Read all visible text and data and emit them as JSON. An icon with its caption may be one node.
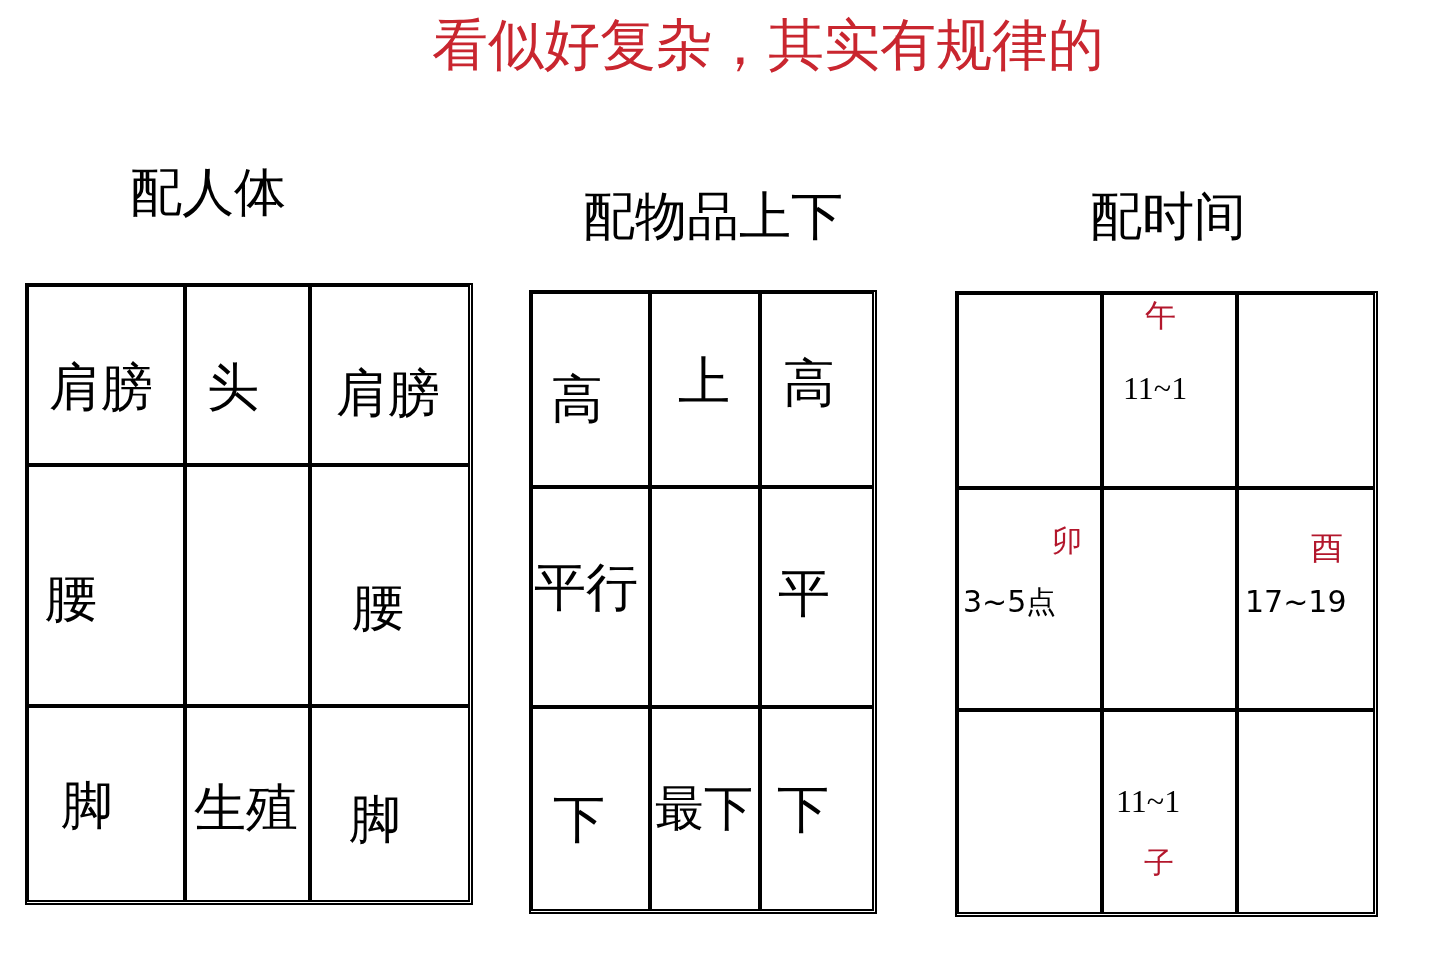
{
  "diagram": {
    "title": "看似好复杂，其实有规律的",
    "nodes": [
      {
        "text": [
          "配人体"
        ]
      },
      {
        "text": [
          "肩膀"
        ],
        "in": 0
      },
      {
        "text": [
          "头"
        ],
        "in": 0
      },
      {
        "text": [
          "肩膀"
        ],
        "in": 0
      },
      {
        "text": [
          "腰"
        ],
        "in": 0
      },
      {
        "text": [],
        "shape": "box",
        "in": 0
      },
      {
        "text": [
          "腰"
        ],
        "in": 0
      },
      {
        "text": [
          "脚"
        ],
        "in": 0
      },
      {
        "text": [
          "生殖"
        ],
        "in": 0
      },
      {
        "text": [
          "脚"
        ],
        "in": 0
      },
      {
        "text": [
          "配物品上下"
        ]
      },
      {
        "text": [
          "高"
        ],
        "in": 10
      },
      {
        "text": [
          "上"
        ],
        "in": 10
      },
      {
        "text": [
          "高"
        ],
        "in": 10
      },
      {
        "text": [
          "平行"
        ],
        "in": 10
      },
      {
        "text": [],
        "shape": "box",
        "in": 10
      },
      {
        "text": [
          "平"
        ],
        "in": 10
      },
      {
        "text": [
          "下"
        ],
        "in": 10
      },
      {
        "text": [
          "最下"
        ],
        "in": 10
      },
      {
        "text": [
          "下"
        ],
        "in": 10
      },
      {
        "text": [
          "配时间"
        ]
      },
      {
        "text": [],
        "shape": "box",
        "in": 20
      },
      {
        "text": [
          "午",
          "11~1"
        ],
        "in": 20
      },
      {
        "text": [],
        "shape": "box",
        "in": 20
      },
      {
        "text": [
          "卯",
          "3~5点"
        ],
        "in": 20
      },
      {
        "text": [],
        "shape": "box",
        "in": 20
      },
      {
        "text": [
          "酉",
          "17~19"
        ],
        "in": 20
      },
      {
        "text": [],
        "shape": "box",
        "in": 20
      },
      {
        "text": [
          "11~1",
          "子"
        ],
        "in": 20
      },
      {
        "text": [],
        "shape": "box",
        "in": 20
      }
    ],
    "edges": []
  }
}
